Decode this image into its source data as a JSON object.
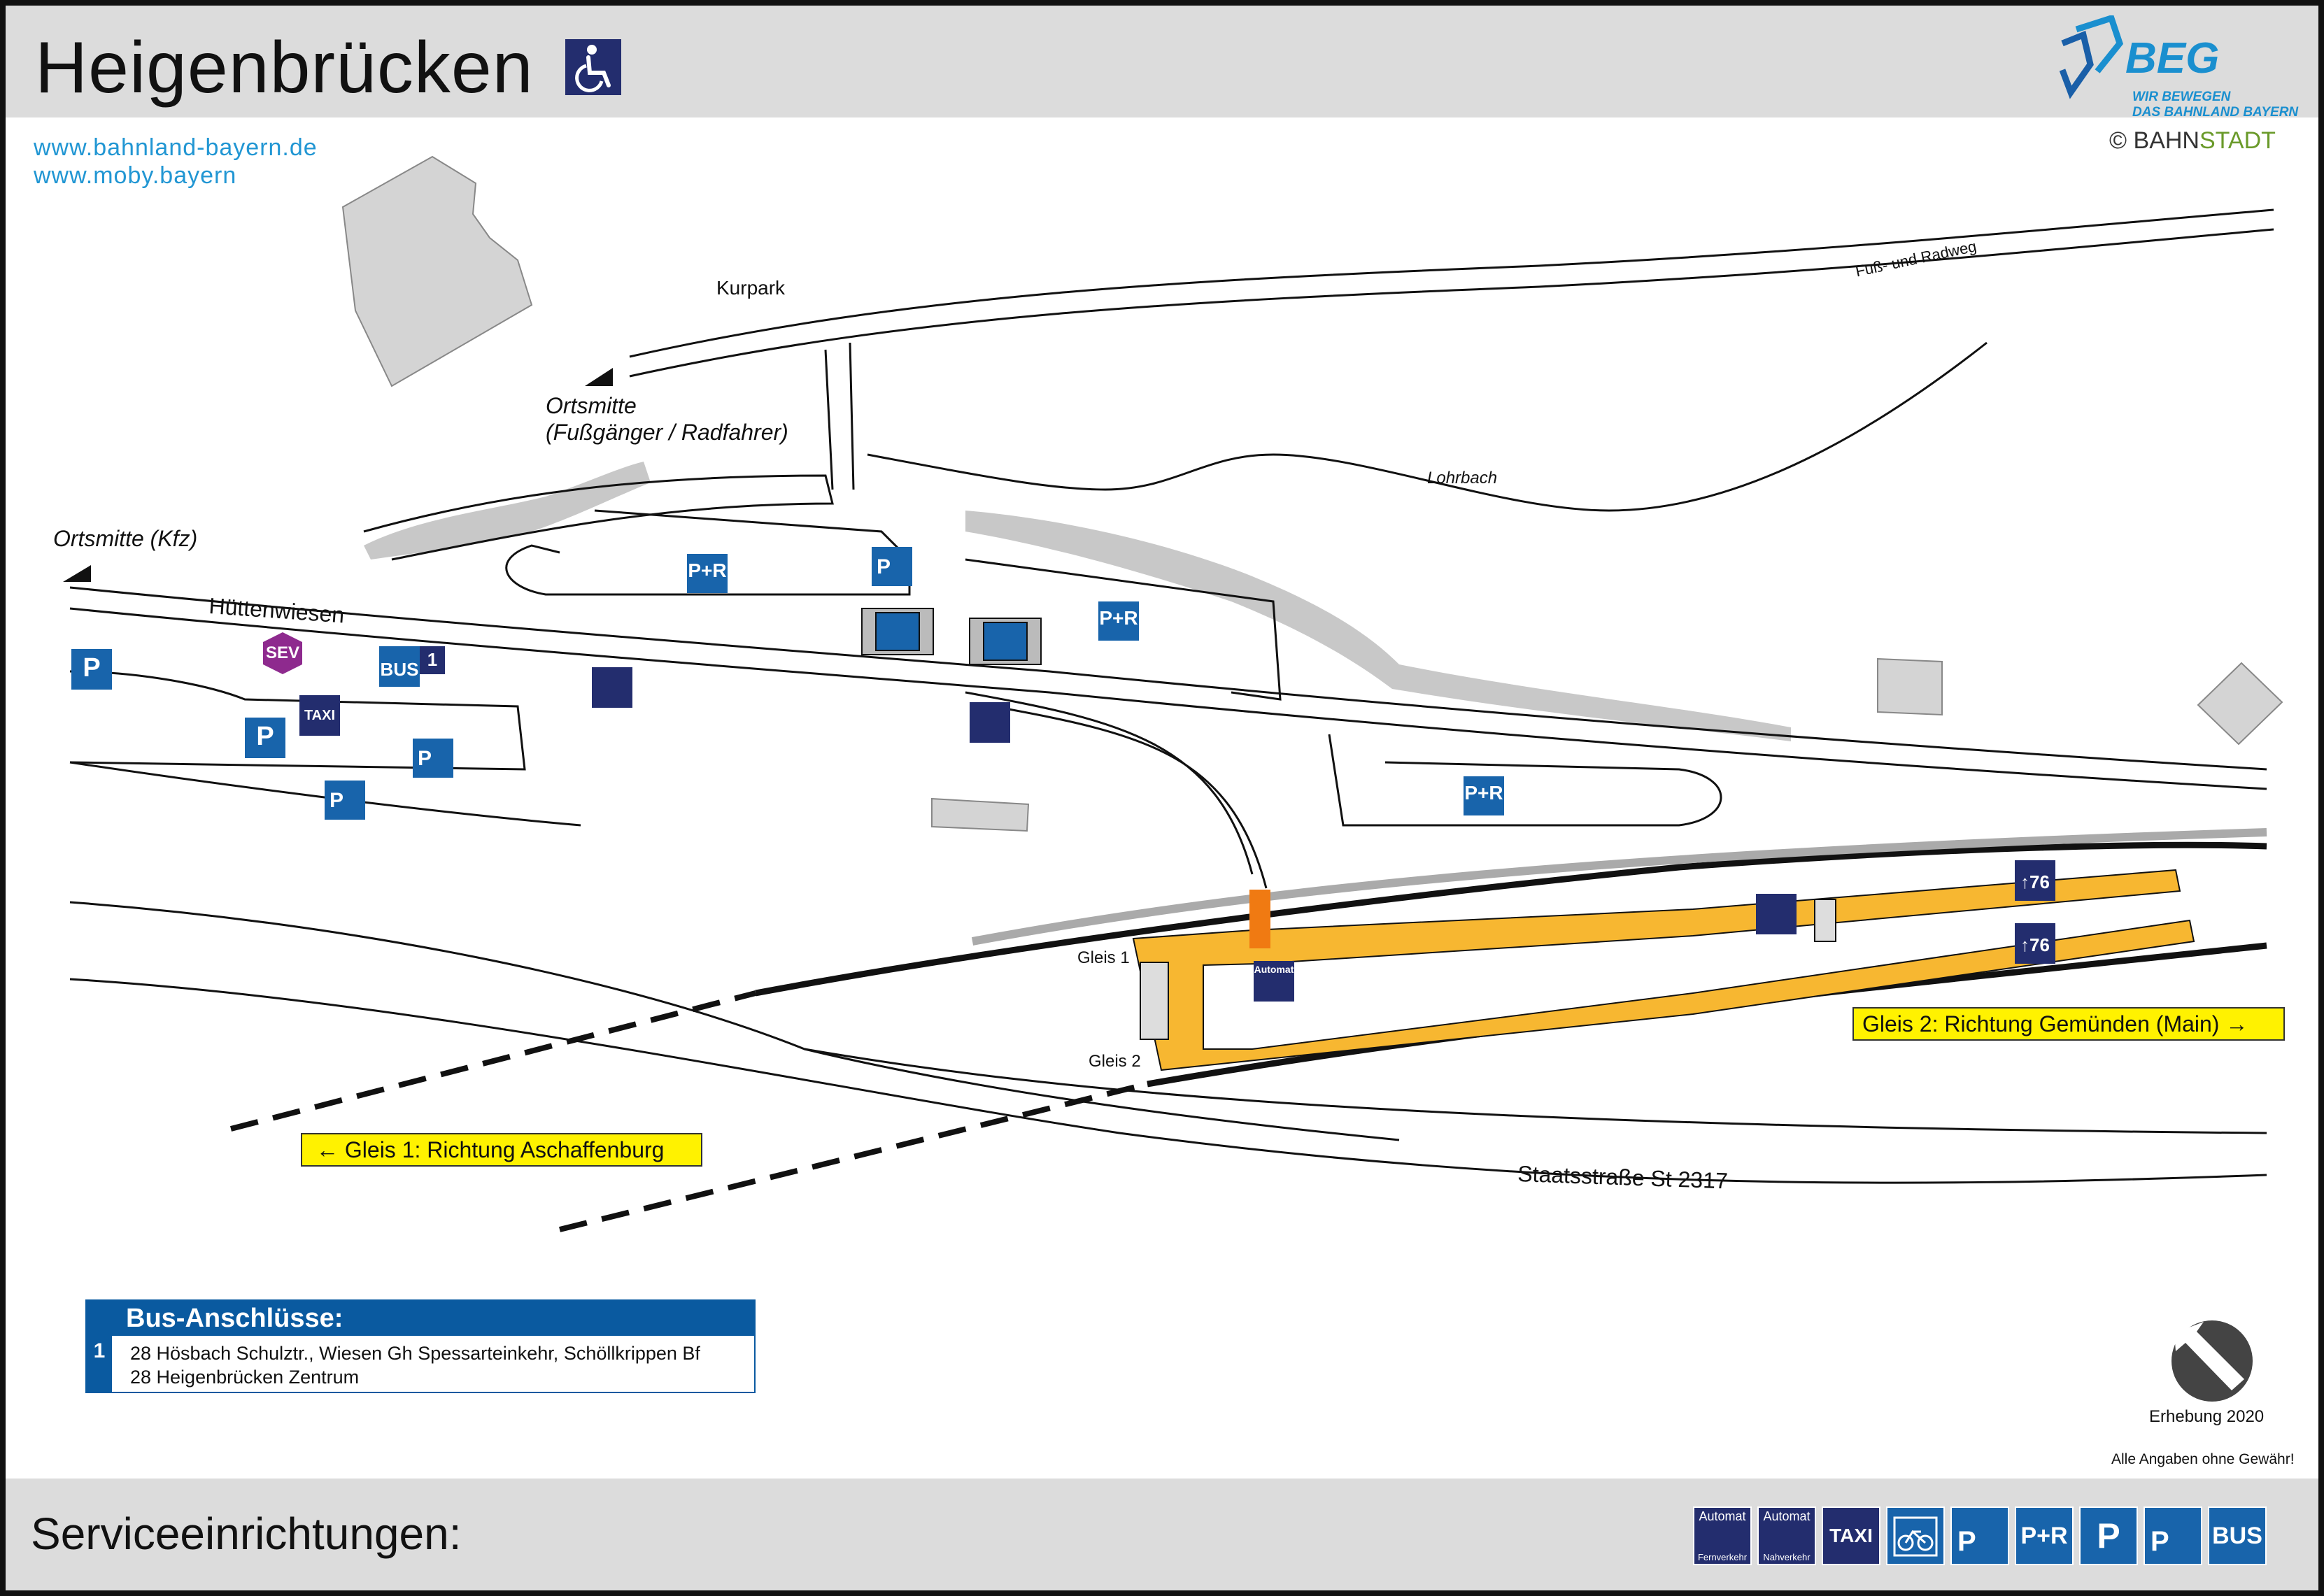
{
  "header": {
    "title": "Heigenbrücken",
    "accessible_icon": "wheelchair-icon",
    "brand": {
      "name": "BEG",
      "slogan_line1": "WIR BEWEGEN",
      "slogan_line2": "DAS BAHNLAND BAYERN",
      "color": "#1a8fcf"
    }
  },
  "links": [
    "www.bahnland-bayern.de",
    "www.moby.bayern"
  ],
  "copyright": {
    "symbol": "©",
    "part1": "BAHN",
    "part2": "STADT"
  },
  "map": {
    "labels": {
      "kurpark": "Kurpark",
      "fuss_radweg": "Fuß- und Radweg",
      "lohrbach": "Lohrbach",
      "ortsmitte_fuss_line1": "Ortsmitte",
      "ortsmitte_fuss_line2": "(Fußgänger / Radfahrer)",
      "ortsmitte_kfz": "Ortsmitte (Kfz)",
      "huettenwiesen": "Hüttenwiesen",
      "gleis1": "Gleis 1",
      "gleis2": "Gleis 2",
      "staatsstrasse": "Staatsstraße St 2317"
    },
    "directions": {
      "gleis1": "Gleis 1: Richtung Aschaffenburg",
      "gleis2": "Gleis 2: Richtung Gemünden (Main)"
    },
    "signs": {
      "p": "P",
      "pr": "P+R",
      "taxi": "TAXI",
      "bus": "BUS",
      "bus_stop_number": "1",
      "sev": "SEV",
      "platform_height": "76",
      "ticket_machine": "Automat"
    },
    "colors": {
      "platform": "#f7b731",
      "access": "#f07a12",
      "sign_blue": "#1864ab",
      "sign_dark": "#232d6e",
      "sev": "#8e2a8e",
      "road": "#111111",
      "green_area": "#c8c8c8"
    }
  },
  "bus_connections": {
    "title": "Bus-Anschlüsse:",
    "stop": "1",
    "lines": [
      "28 Hösbach Schulztr., Wiesen Gh Spessarteinkehr, Schöllkrippen Bf",
      "28 Heigenbrücken Zentrum"
    ]
  },
  "survey": "Erhebung 2020",
  "disclaimer": "Alle Angaben ohne Gewähr!",
  "footer": {
    "title": "Serviceeinrichtungen:",
    "legend": [
      {
        "icon": "ticket-machine-long-distance-icon",
        "top": "Automat",
        "bottom": "Fernverkehr"
      },
      {
        "icon": "ticket-machine-regional-icon",
        "top": "Automat",
        "bottom": "Nahverkehr"
      },
      {
        "icon": "taxi-icon",
        "top": "TAXI",
        "bottom": ""
      },
      {
        "icon": "bike-parking-icon",
        "top": "",
        "bottom": ""
      },
      {
        "icon": "accessible-parking-icon",
        "top": "P",
        "bottom": ""
      },
      {
        "icon": "park-and-ride-icon",
        "top": "P+R",
        "bottom": ""
      },
      {
        "icon": "parking-icon",
        "top": "P",
        "bottom": ""
      },
      {
        "icon": "short-term-parking-icon",
        "top": "P",
        "bottom": ""
      },
      {
        "icon": "bus-icon",
        "top": "BUS",
        "bottom": ""
      }
    ]
  }
}
